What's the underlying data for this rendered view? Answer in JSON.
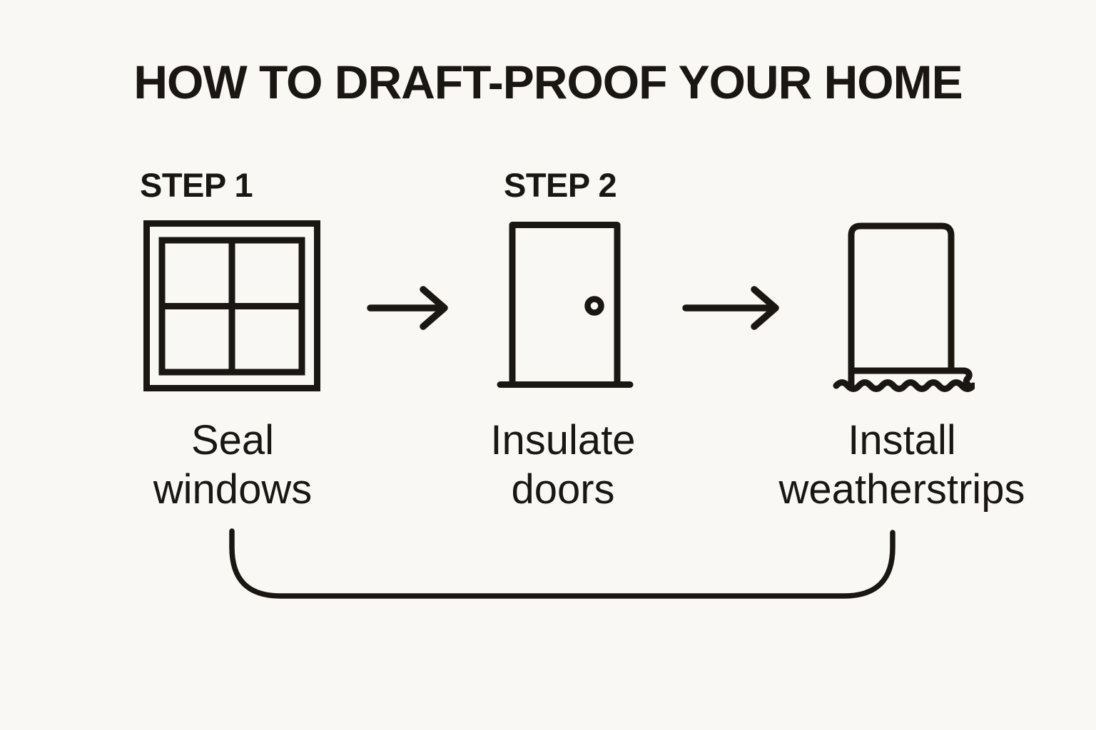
{
  "title": "HOW TO DRAFT-PROOF YOUR HOME",
  "steps": [
    {
      "label": "STEP 1",
      "icon": "window-icon",
      "caption": [
        "Seal",
        "windows"
      ]
    },
    {
      "label": "STEP 2",
      "icon": "door-icon",
      "caption": [
        "Insulate",
        "doors"
      ]
    },
    {
      "icon": "weatherstrip-icon",
      "caption": [
        "Install",
        "weatherstrips"
      ]
    }
  ],
  "connectors": {
    "arrow_between_step1_step2": "arrow-right-icon",
    "arrow_between_step2_step3": "arrow-right-icon",
    "loop_bracket": "bracket-connector-icon"
  },
  "colors": {
    "background": "#FAF8F4",
    "ink": "#1A1713"
  }
}
